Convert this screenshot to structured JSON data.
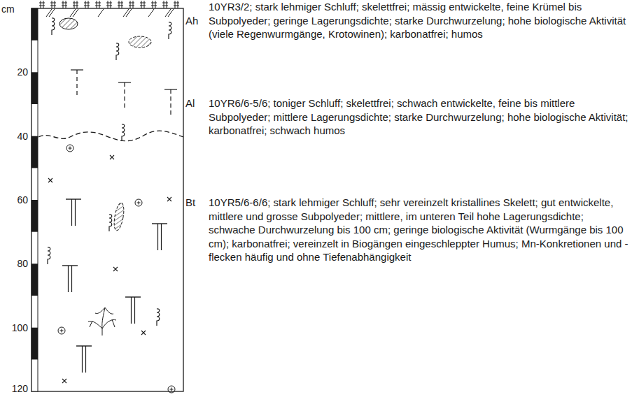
{
  "diagram": {
    "nodes": [
      {
        "text": [
          "Ah",
          "10YR3/2; stark lehmiger Schluff; skelettfrei; mässig entwickelte, feine Krümel bis Subpolyeder; geringe Lagerungsdichte; starke Durchwurzelung; hohe biologische Aktivität (viele Regenwurmgänge, Krotowinen); karbonatfrei; humos"
        ]
      },
      {
        "text": [
          "Al",
          "10YR6/6-5/6; toniger Schluff; skelettfrei; schwach entwickelte, feine bis mittlere Subpolyeder; mittlere Lagerungsdichte; starke Durchwurzelung; hohe biologische Aktivität; karbonatfrei; schwach humos"
        ]
      },
      {
        "text": [
          "Bt",
          "10YR5/6-6/6; stark lehmiger Schluff; sehr vereinzelt kristallines Skelett; gut entwickelte, mittlere und grosse Subpolyeder; mittlere, im unteren Teil hohe Lagerungsdichte; schwache Durchwurzelung bis 100 cm; geringe biologische Aktivität (Wurmgänge bis 100 cm); karbonatfrei; vereinzelt in Biogängen eingeschleppter Humus; Mn-Konkretionen und -flecken häufig und ohne Tiefenabhängigkeit"
        ]
      }
    ],
    "labels": [
      "cm",
      "20",
      "40",
      "60",
      "80",
      "100",
      "120"
    ]
  }
}
